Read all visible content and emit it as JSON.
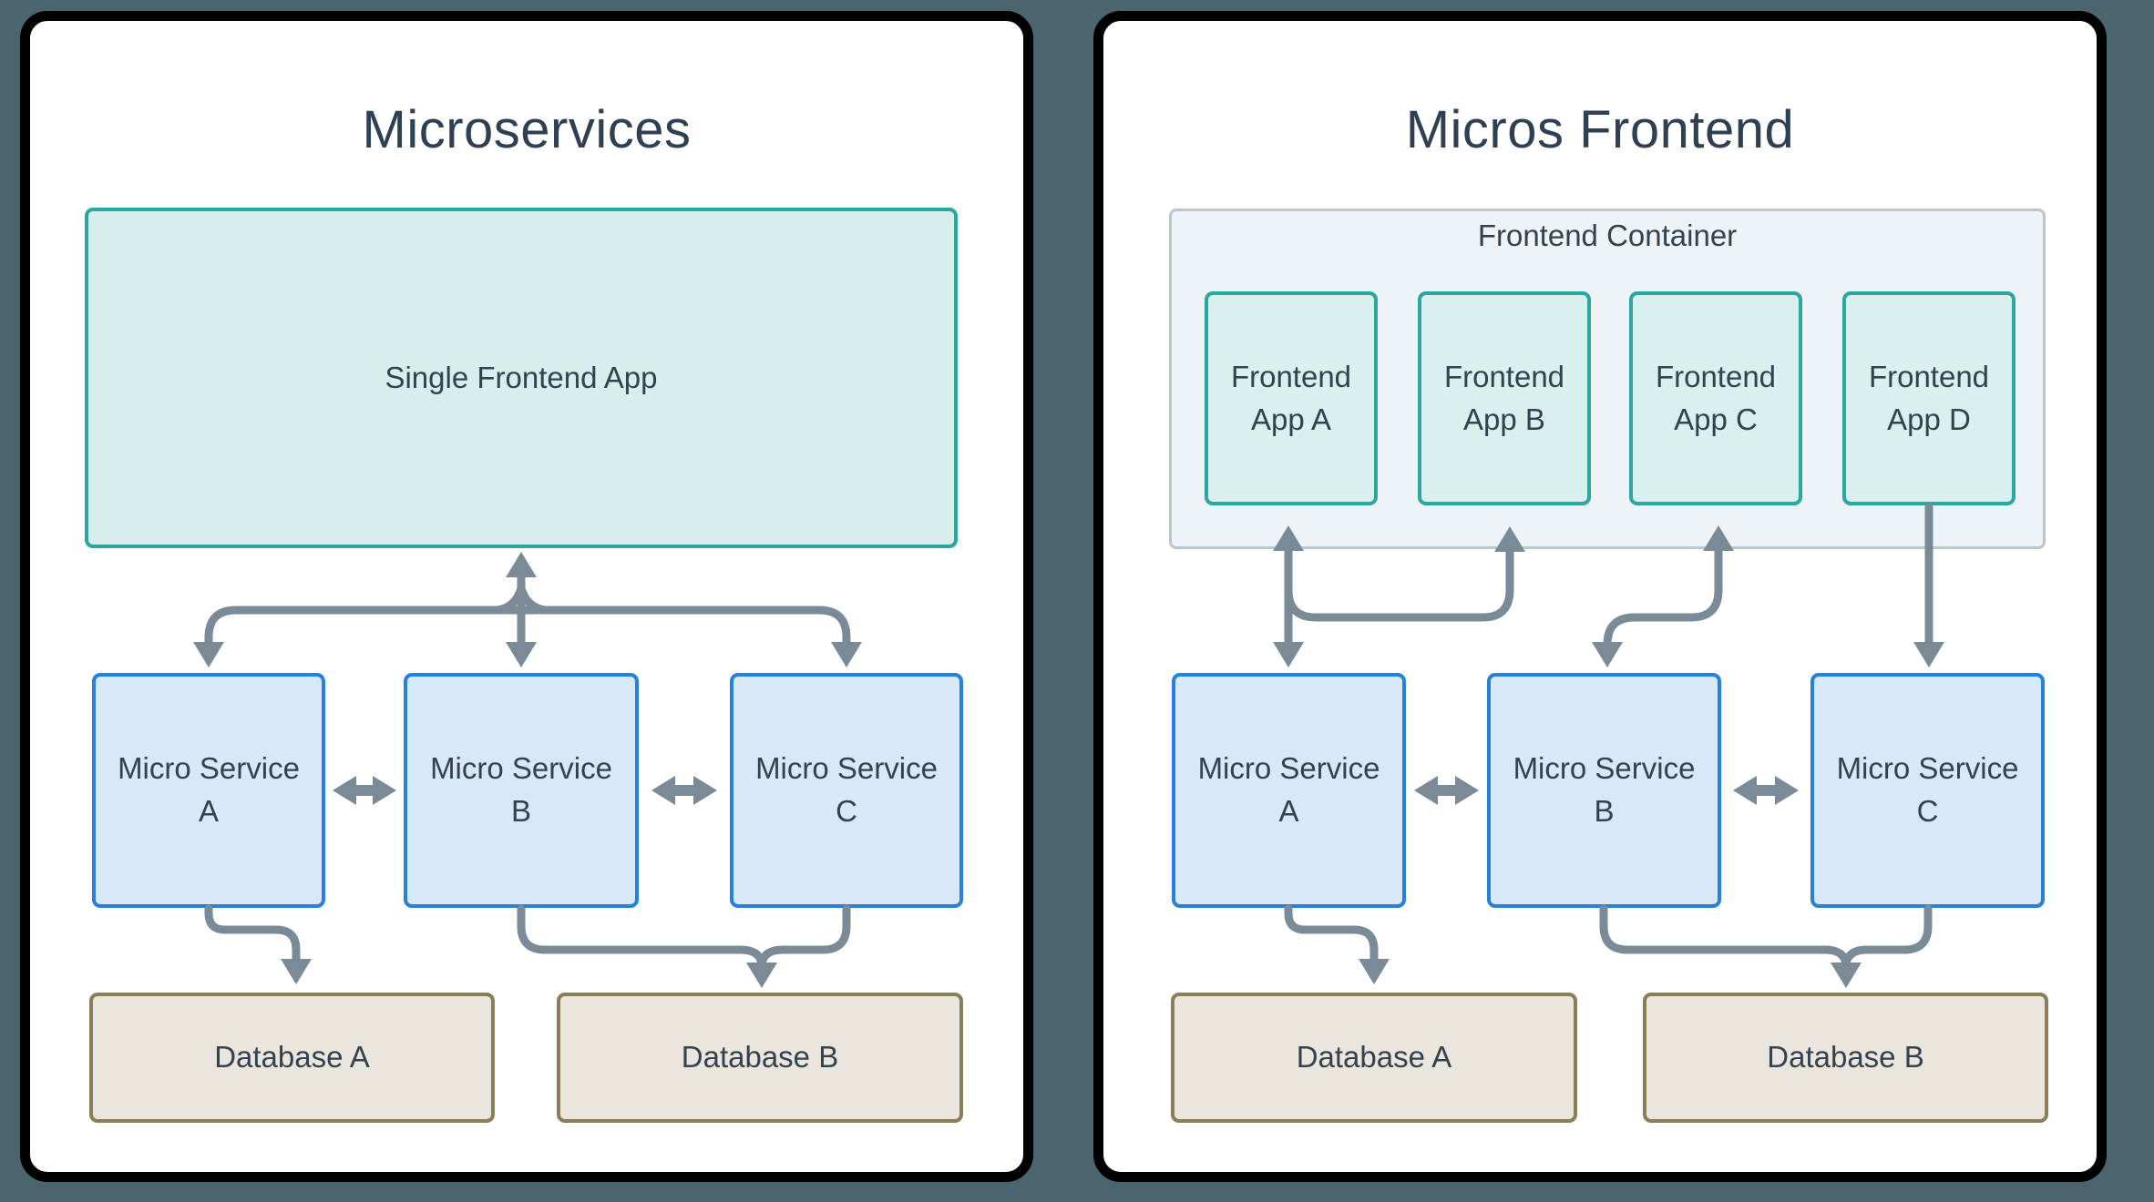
{
  "colors": {
    "background": "#4b656e",
    "panel_background": "#ffffff",
    "panel_border": "#000000",
    "text": "#2f4052",
    "teal_border": "#2aa89f",
    "teal_fill": "#d6efed",
    "blue_border": "#2581d9",
    "blue_fill": "#d8e8f8",
    "tan_border": "#8b7d58",
    "tan_fill": "#eae6de",
    "container_border": "#bcc6cd",
    "container_fill": "#eef3f7",
    "arrow": "#7a8a96"
  },
  "left_panel": {
    "title": "Microservices",
    "frontend_box": {
      "label": "Single Frontend App"
    },
    "services": [
      {
        "line1": "Micro Service",
        "line2": "A"
      },
      {
        "line1": "Micro Service",
        "line2": "B"
      },
      {
        "line1": "Micro Service",
        "line2": "C"
      }
    ],
    "databases": [
      {
        "label": "Database A"
      },
      {
        "label": "Database B"
      }
    ]
  },
  "right_panel": {
    "title": "Micros Frontend",
    "container": {
      "label": "Frontend Container"
    },
    "apps": [
      {
        "line1": "Frontend",
        "line2": "App A"
      },
      {
        "line1": "Frontend",
        "line2": "App B"
      },
      {
        "line1": "Frontend",
        "line2": "App C"
      },
      {
        "line1": "Frontend",
        "line2": "App D"
      }
    ],
    "services": [
      {
        "line1": "Micro Service",
        "line2": "A"
      },
      {
        "line1": "Micro Service",
        "line2": "B"
      },
      {
        "line1": "Micro Service",
        "line2": "C"
      }
    ],
    "databases": [
      {
        "label": "Database A"
      },
      {
        "label": "Database B"
      }
    ]
  }
}
